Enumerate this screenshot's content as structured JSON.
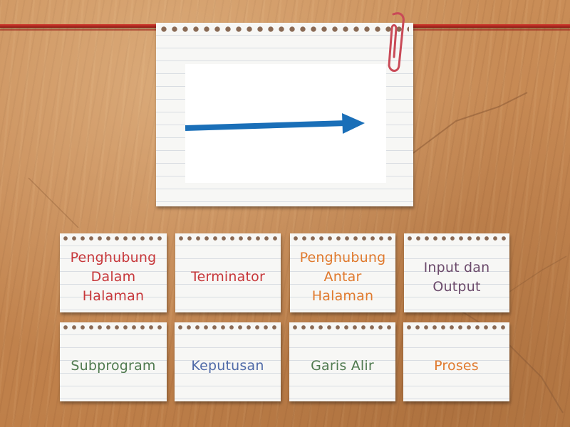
{
  "question": {
    "image": {
      "type": "arrow",
      "direction": "right",
      "color": "#1a6fb8"
    }
  },
  "answers": [
    {
      "label": "Penghubung Dalam Halaman",
      "lines": [
        "Penghubung",
        "Dalam",
        "Halaman"
      ],
      "color": "#c7373a"
    },
    {
      "label": "Terminator",
      "lines": [
        "Terminator"
      ],
      "color": "#c7373a"
    },
    {
      "label": "Penghubung Antar Halaman",
      "lines": [
        "Penghubung",
        "Antar",
        "Halaman"
      ],
      "color": "#e07a2e"
    },
    {
      "label": "Input dan Output",
      "lines": [
        "Input dan",
        "Output"
      ],
      "color": "#6b4a6b"
    },
    {
      "label": "Subprogram",
      "lines": [
        "Subprogram"
      ],
      "color": "#4f7a4f"
    },
    {
      "label": "Keputusan",
      "lines": [
        "Keputusan"
      ],
      "color": "#4f6aa8"
    },
    {
      "label": "Garis Alir",
      "lines": [
        "Garis Alir"
      ],
      "color": "#4f7a4f"
    },
    {
      "label": "Proses",
      "lines": [
        "Proses"
      ],
      "color": "#e07a2e"
    }
  ],
  "theme": {
    "rope": "#c0392b",
    "board": "#c48651",
    "paper": "#f7f7f5",
    "clip": "#c94a57"
  }
}
